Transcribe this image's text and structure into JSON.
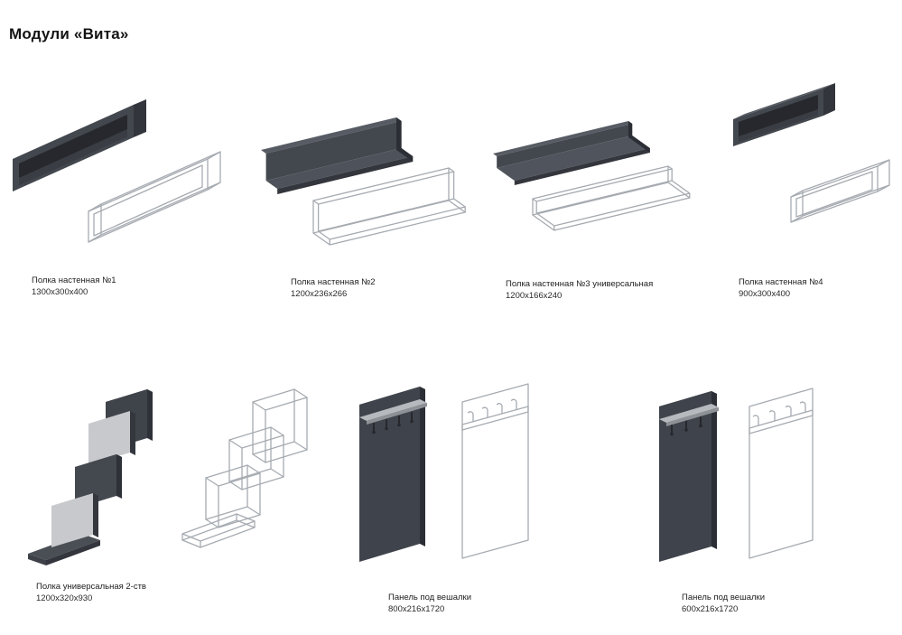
{
  "page": {
    "title": "Модули «Вита»"
  },
  "colors": {
    "render_dark": "#43474e",
    "render_top": "#575c64",
    "render_side": "#2e3137",
    "render_light": "#c7c9cc",
    "ledge_light": "#b6b9bd",
    "wireframe": "#a6abb1",
    "text": "#1d1d1d"
  },
  "items": [
    {
      "name": "Полка настенная №1",
      "dims": "1300x300x400"
    },
    {
      "name": "Полка настенная №2",
      "dims": "1200x236x266"
    },
    {
      "name": "Полка настенная №3 универсальная",
      "dims": "1200x166x240"
    },
    {
      "name": "Полка настенная №4",
      "dims": "900x300x400"
    },
    {
      "name": "Полка универсальная 2-ств",
      "dims": "1200x320x930"
    },
    {
      "name": "Панель под вешалки",
      "dims": "800x216x1720"
    },
    {
      "name": "Панель под вешалки",
      "dims": "600x216x1720"
    }
  ]
}
